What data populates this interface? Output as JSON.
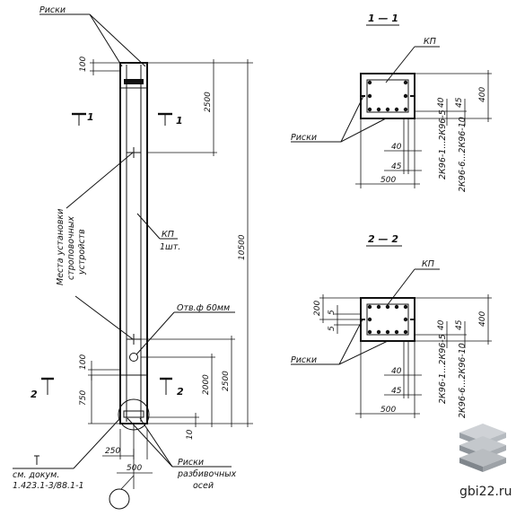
{
  "labels": {
    "riski_top": "Риски",
    "riski_s1": "Риски",
    "riski_s2": "Риски",
    "riski_bottom": "Риски",
    "razbiv_1": "разбивочных",
    "razbiv_2": "осей",
    "kp_main": "КП",
    "kp_count": "1шт.",
    "kp_s1": "КП",
    "kp_s2": "КП",
    "hole": "Отв.ф 60мм",
    "mesta_1": "Места установки",
    "mesta_2": "строповочных",
    "mesta_3": "устройств",
    "ref_1": "см. докум.",
    "ref_2": "1.423.1-3/88.1-1",
    "section_1": "1 — 1",
    "section_2": "2 — 2",
    "mark_1a": "1",
    "mark_1b": "1",
    "mark_2a": "2",
    "mark_2b": "2",
    "marks_a_1": "2К96-1...2К96-5",
    "marks_b_1": "2К96-6...2К96-10",
    "marks_a_2": "2К96-1...2К96-5",
    "marks_b_2": "2К96-6...2К96-10",
    "watermark": "gbi22.ru"
  },
  "dims": {
    "d100_top": "100",
    "d2500_top": "2500",
    "d10500": "10500",
    "d100_low": "100",
    "d750": "750",
    "d2000": "2000",
    "d2500_low": "2500",
    "d10": "10",
    "d250": "250",
    "d500_col": "500",
    "s1_40a": "40",
    "s1_45a": "45",
    "s1_400": "400",
    "s1_40b": "40",
    "s1_45b": "45",
    "s1_500": "500",
    "s2_200": "200",
    "s2_5a": "5",
    "s2_5b": "5",
    "s2_40a": "40",
    "s2_45a": "45",
    "s2_400": "400",
    "s2_40b": "40",
    "s2_45b": "45",
    "s2_500": "500"
  }
}
